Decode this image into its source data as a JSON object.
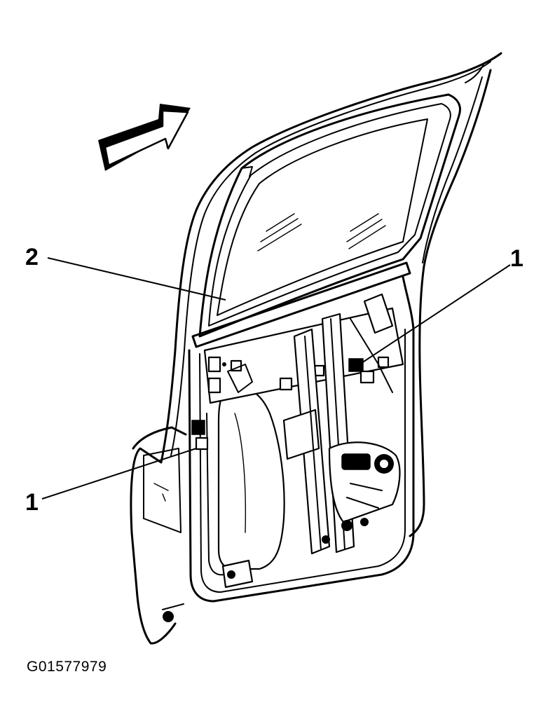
{
  "callouts": {
    "label_2": "2",
    "label_1_right": "1",
    "label_1_left": "1"
  },
  "figure_id": "G01577979",
  "colors": {
    "ink": "#000000",
    "paper": "#ffffff"
  },
  "icons": {
    "direction_arrow": "forward-arrow-icon"
  }
}
